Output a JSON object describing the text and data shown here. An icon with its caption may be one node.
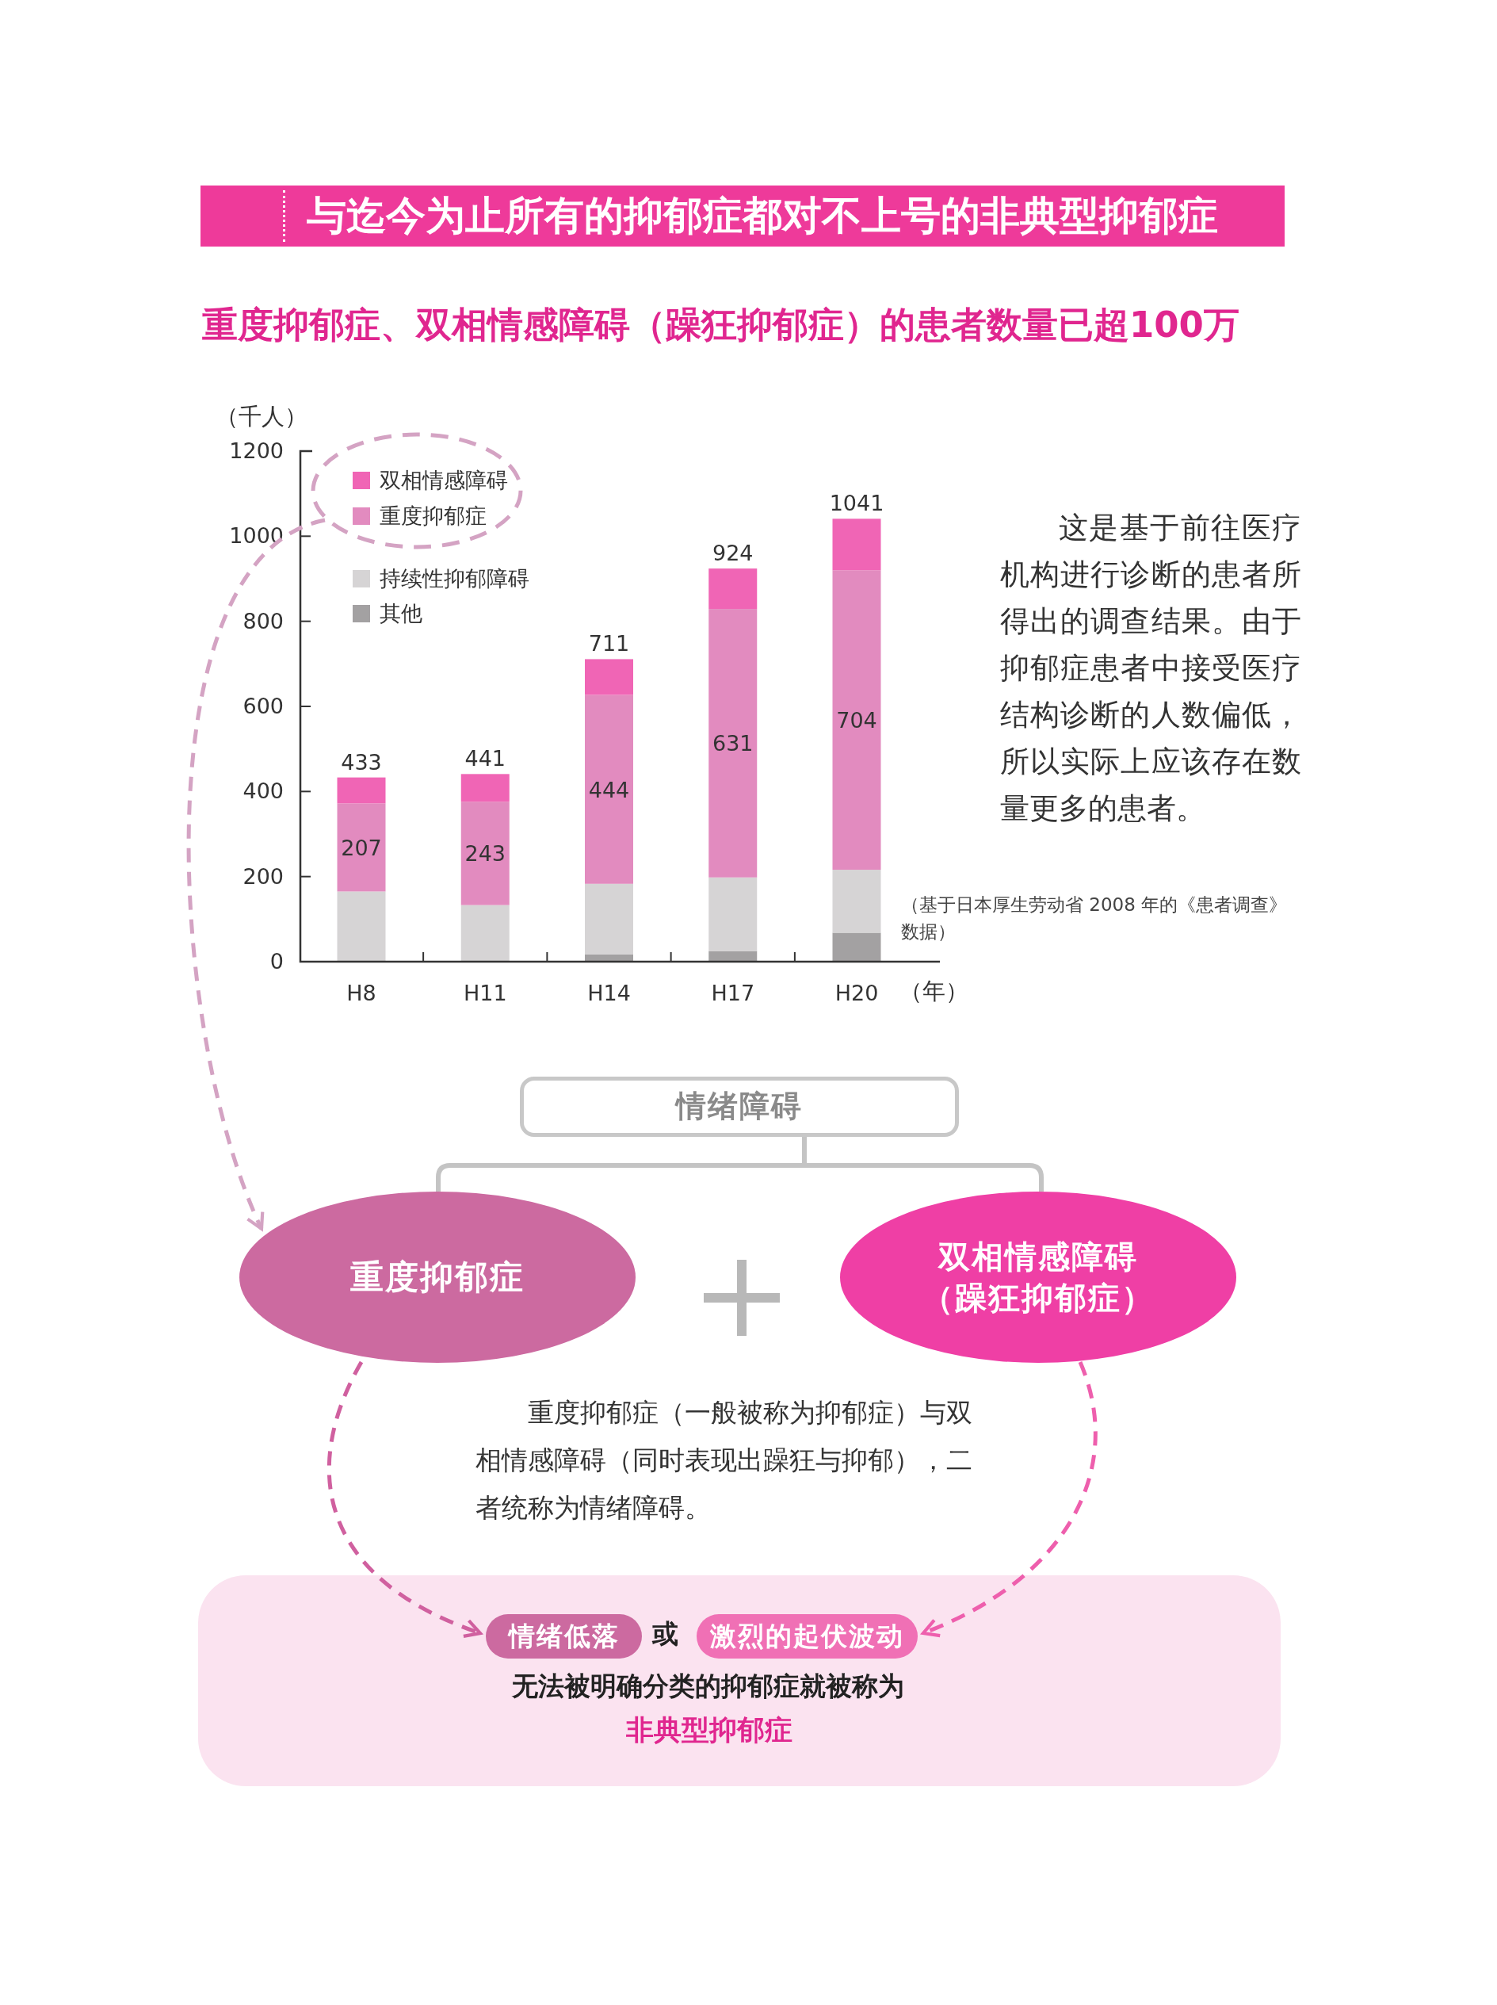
{
  "diagram": {
    "title": "与迄今为止所有的抑郁症都对不上号的非典型抑郁症",
    "nodes": [
      {
        "text": [
          "情绪障碍"
        ]
      },
      {
        "text": [
          "重度抑郁症"
        ]
      },
      {
        "text": [
          "双相情感障碍（躁狂抑郁症）"
        ]
      },
      {
        "text": [],
        "shape": "ellipse"
      },
      {
        "text": [
          "或",
          "无法被明确分类的抑郁症就被称为",
          "非典型抑郁症"
        ]
      },
      {
        "text": [
          "情绪低落"
        ],
        "in": 4
      },
      {
        "text": [
          "激烈的起伏波动"
        ],
        "in": 4
      }
    ],
    "edges": [
      {
        "from": 0,
        "to": 1,
        "arrow": "none"
      },
      {
        "from": 0,
        "to": 2,
        "arrow": "none"
      },
      {
        "from": 3,
        "to": 1,
        "arrow": "to",
        "style": "dashed",
        "color": "#d4a3c3"
      },
      {
        "from": 1,
        "to": 5,
        "arrow": "to",
        "style": "dashed",
        "color": "#d0609f"
      },
      {
        "from": 2,
        "to": 6,
        "arrow": "to",
        "style": "dashed",
        "color": "#ee5fad"
      }
    ],
    "labels": [
      "重度抑郁症、双相情感障碍（躁狂抑郁症）的患者数量已超100万",
      "这是基于前往医疗机构进行诊断的患者所得出的调查结果。由于抑郁症患者中接受医疗结构诊断的人数偏低，所以实际上应该存在数量更多的患者。",
      "（基于日本厚生劳动省 2008 年的《患者调查》数据）",
      "重度抑郁症（一般被称为抑郁症）与双相情感障碍（同时表现出躁狂与抑郁），二者统称为情绪障碍。"
    ],
    "chart_data": {
      "type": "bar",
      "stacked": true,
      "xlabel": "（年）",
      "ylabel": "（千人）",
      "categories": [
        "H8",
        "H11",
        "H14",
        "H17",
        "H20"
      ],
      "series": [
        {
          "name": "其他",
          "color": "#a3a1a2",
          "values": [
            0,
            0,
            17,
            25,
            68
          ]
        },
        {
          "name": "持续性抑郁障碍",
          "color": "#d6d4d5",
          "values": [
            165,
            133,
            166,
            173,
            148
          ]
        },
        {
          "name": "重度抑郁症",
          "color": "#e28bbf",
          "values": [
            207,
            243,
            444,
            631,
            704
          ]
        },
        {
          "name": "双相情感障碍",
          "color": "#f065b5",
          "values": [
            61,
            65,
            84,
            95,
            121
          ]
        }
      ],
      "legend": "upper left",
      "ylim": [
        0,
        1200
      ],
      "yticks": [
        0,
        200,
        400,
        600,
        800,
        1000,
        1200
      ],
      "annotations": [
        {
          "x": "H8",
          "y": 433,
          "text": "433"
        },
        {
          "x": "H11",
          "y": 441,
          "text": "441"
        },
        {
          "x": "H14",
          "y": 711,
          "text": "711"
        },
        {
          "x": "H17",
          "y": 924,
          "text": "924"
        },
        {
          "x": "H20",
          "y": 1041,
          "text": "1041"
        },
        "207",
        "243",
        "444",
        "631",
        "704"
      ]
    }
  }
}
